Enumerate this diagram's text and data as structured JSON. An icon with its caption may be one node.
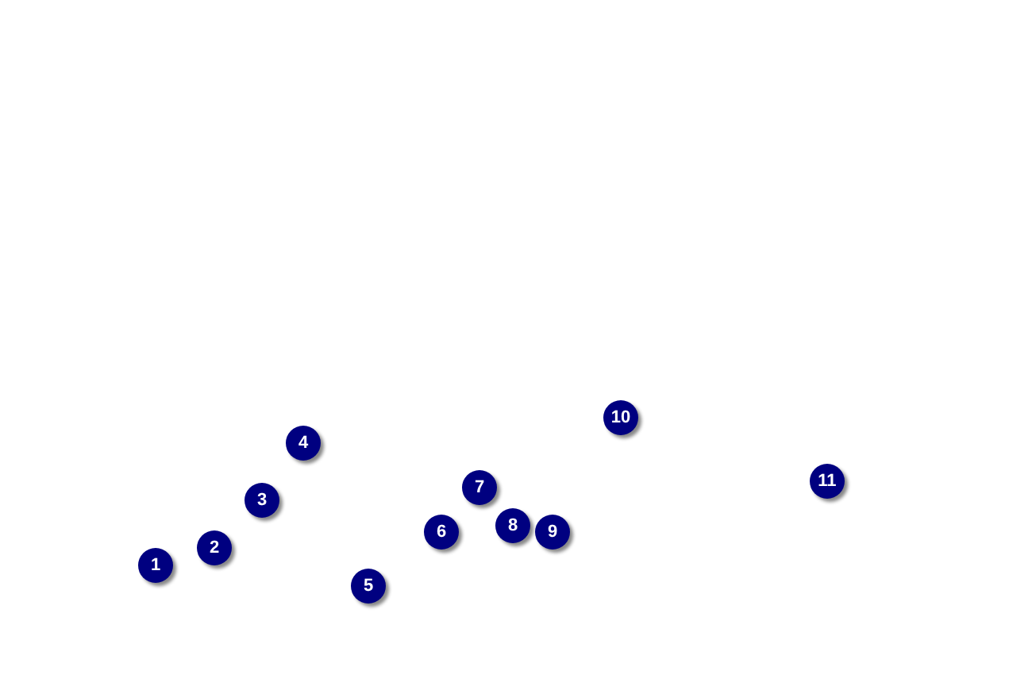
{
  "diagram": {
    "nodes": [
      {
        "text": [
          "1"
        ]
      },
      {
        "text": [
          "2"
        ]
      },
      {
        "text": [
          "3"
        ]
      },
      {
        "text": [
          "4"
        ]
      },
      {
        "text": [
          "5"
        ]
      },
      {
        "text": [
          "6"
        ]
      },
      {
        "text": [
          "7"
        ]
      },
      {
        "text": [
          "8"
        ]
      },
      {
        "text": [
          "9"
        ]
      },
      {
        "text": [
          "10"
        ]
      },
      {
        "text": [
          "11"
        ]
      }
    ]
  }
}
